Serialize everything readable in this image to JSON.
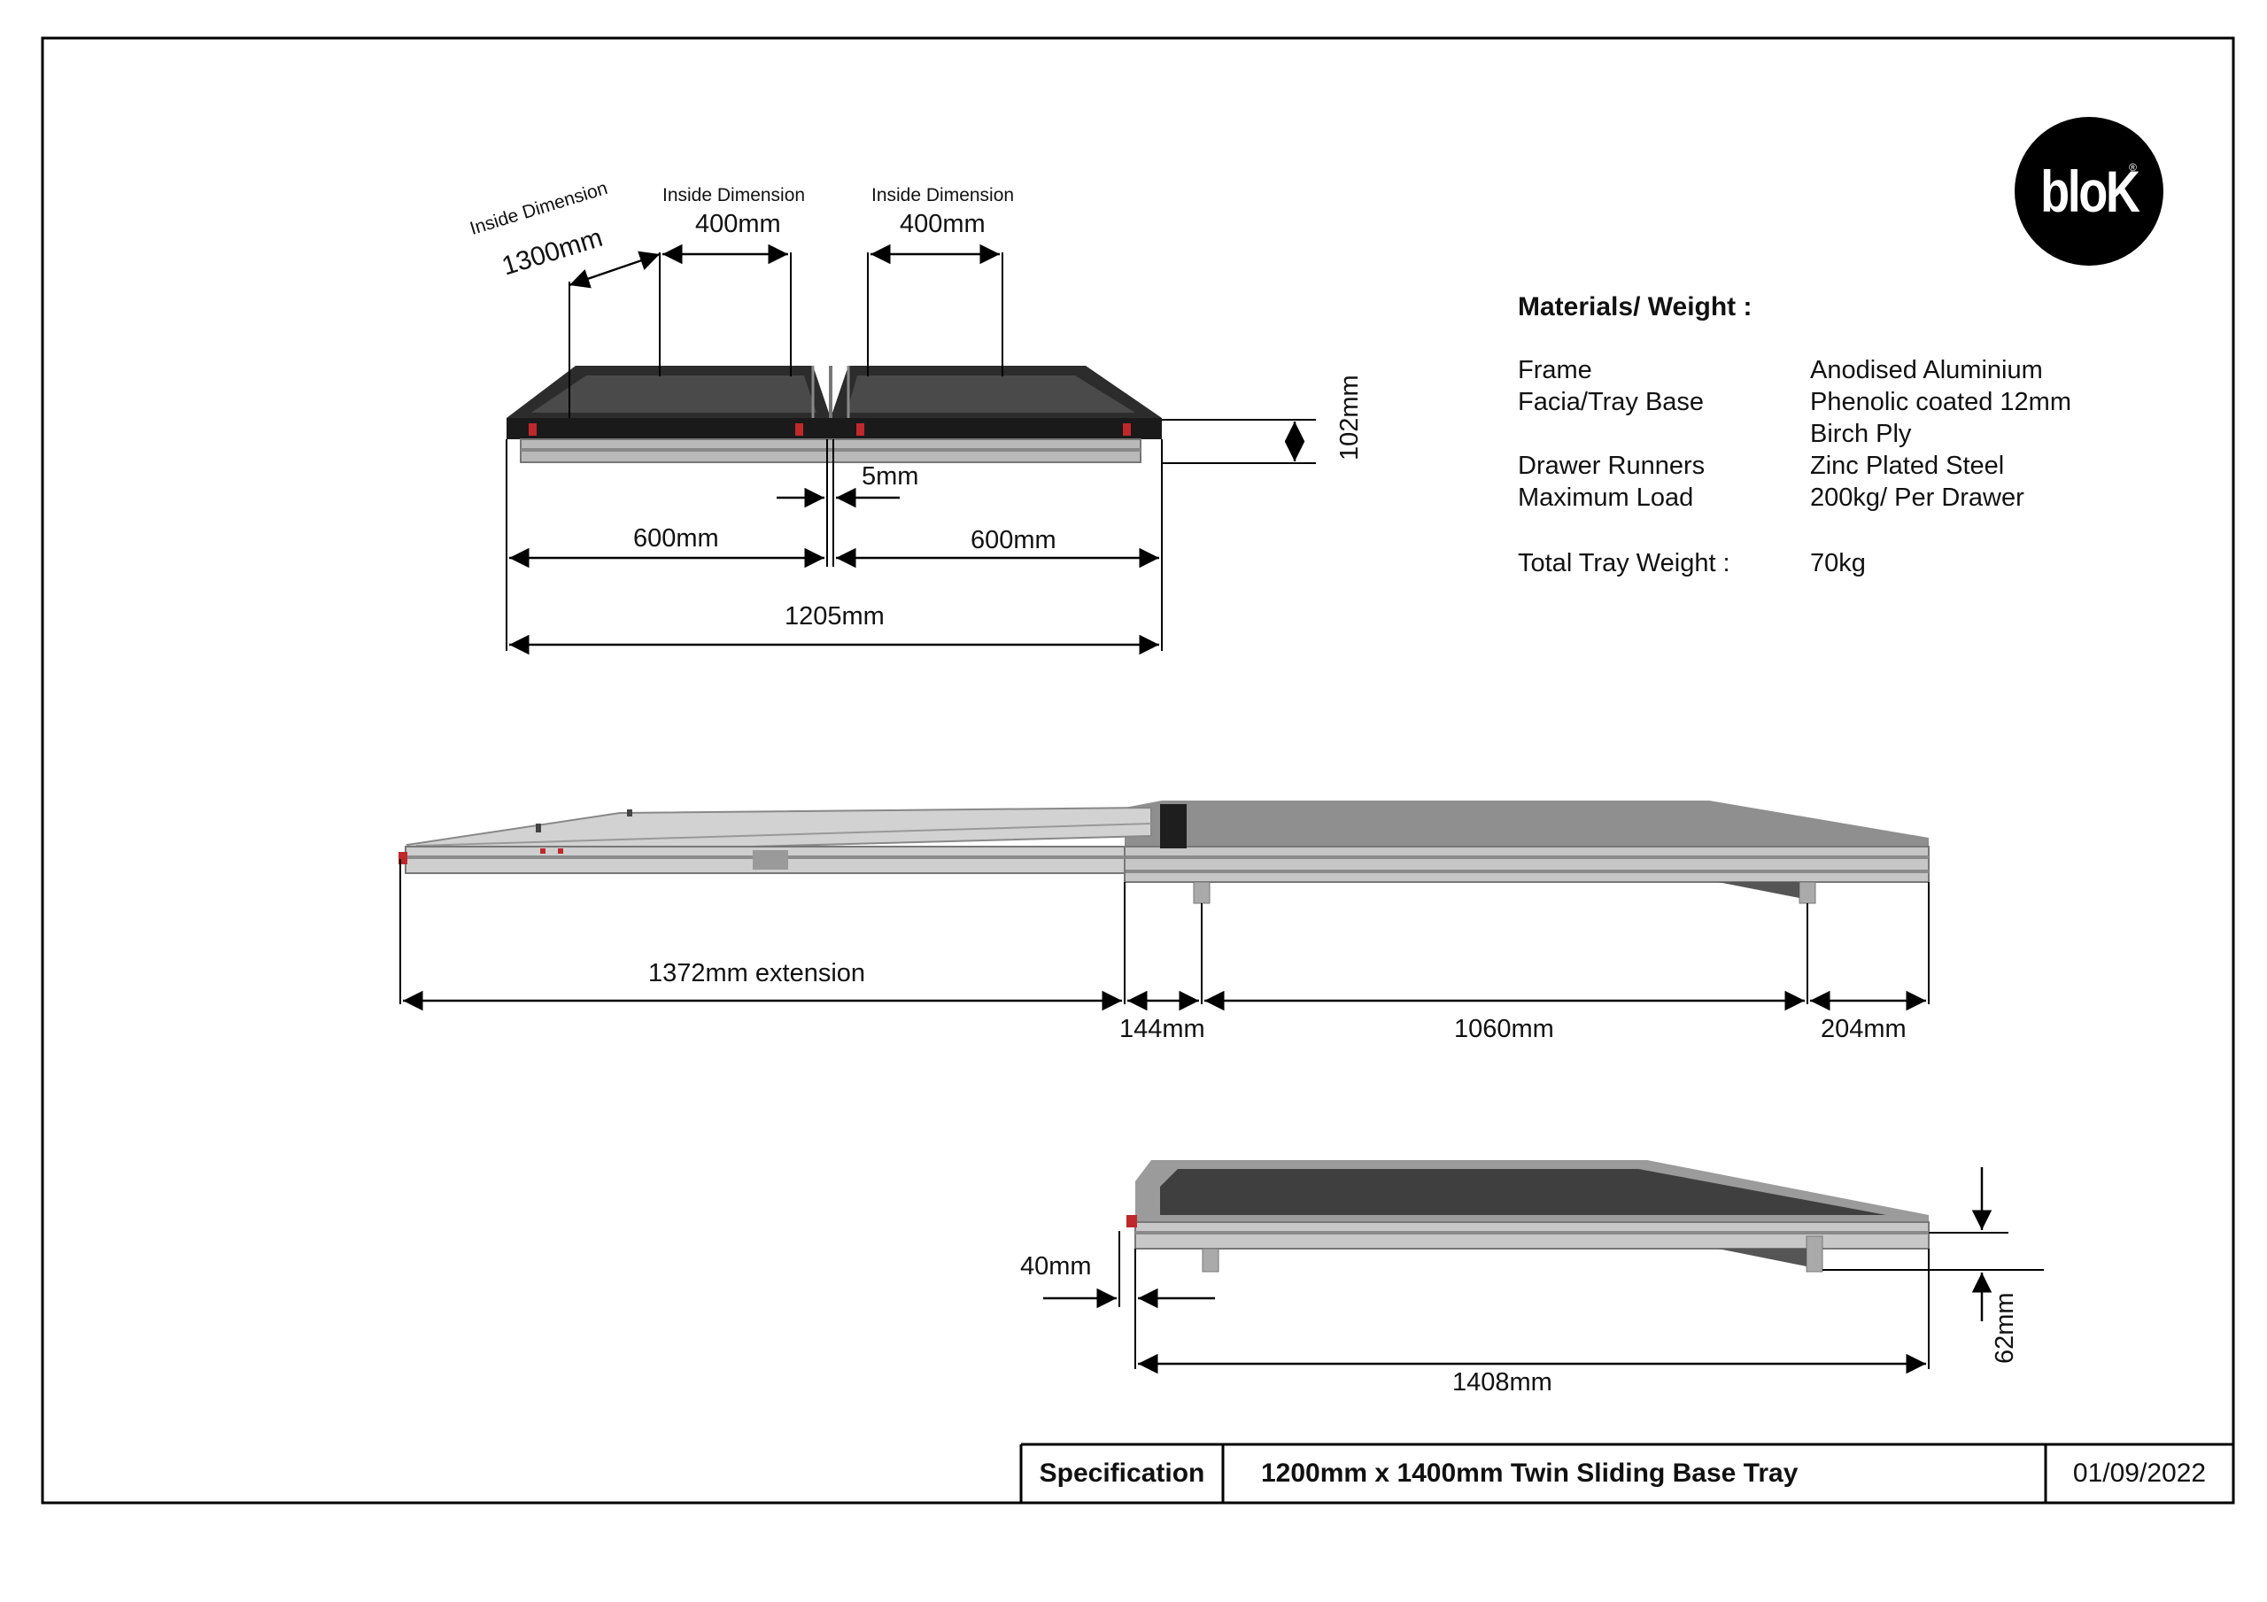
{
  "logo": {
    "text": "bloK",
    "mark": "®"
  },
  "top_view": {
    "inside_dim_left_label": "Inside Dimension",
    "inside_dim_left_value": "1300mm",
    "inside_dim_mid_label": "Inside Dimension",
    "inside_dim_mid_value": "400mm",
    "inside_dim_right_label": "Inside Dimension",
    "inside_dim_right_value": "400mm",
    "height": "102mm",
    "gap": "5mm",
    "left_width": "600mm",
    "right_width": "600mm",
    "total_width": "1205mm"
  },
  "side_view": {
    "extension": "1372mm extension",
    "seg_1": "144mm",
    "seg_2": "1060mm",
    "seg_3": "204mm"
  },
  "front_view": {
    "left_offset": "40mm",
    "height": "62mm",
    "length": "1408mm"
  },
  "materials": {
    "heading": "Materials/ Weight :",
    "rows": [
      {
        "label": "Frame",
        "value": "Anodised Aluminium"
      },
      {
        "label": "Facia/Tray Base",
        "value": "Phenolic coated 12mm"
      },
      {
        "label": "",
        "value": "Birch Ply"
      },
      {
        "label": "Drawer Runners",
        "value": "Zinc Plated Steel"
      },
      {
        "label": "Maximum Load",
        "value": "200kg/ Per Drawer"
      }
    ],
    "total_label": "Total Tray Weight :",
    "total_value": "70kg"
  },
  "title_block": {
    "spec_label": "Specification",
    "product": "1200mm x 1400mm Twin Sliding Base Tray",
    "date": "01/09/2022"
  }
}
